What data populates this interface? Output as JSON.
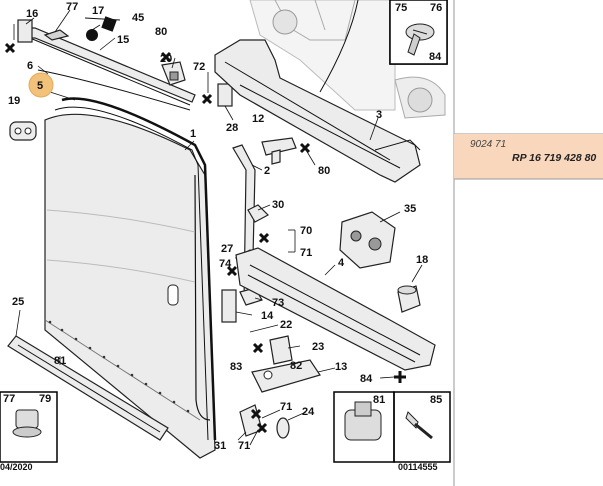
{
  "diagram": {
    "code_bottom_left": "04/2020",
    "code_bottom_right": "00114555"
  },
  "info_panel": {
    "reference_code": "9024 71",
    "part_reference": "RP 16 719 428 80",
    "highlight_color": "#f9d7bd"
  },
  "callouts": {
    "c1": "1",
    "c2": "2",
    "c3": "3",
    "c4": "4",
    "c5": "5",
    "c6": "6",
    "c12": "12",
    "c13": "13",
    "c14": "14",
    "c15": "15",
    "c16": "16",
    "c17": "17",
    "c18": "18",
    "c19": "19",
    "c20": "20",
    "c22": "22",
    "c23": "23",
    "c24": "24",
    "c25": "25",
    "c27": "27",
    "c28": "28",
    "c30": "30",
    "c31": "31",
    "c35": "35",
    "c45": "45",
    "c70": "70",
    "c71a": "71",
    "c71b": "71",
    "c71c": "71",
    "c72": "72",
    "c73": "73",
    "c74": "74",
    "c75": "75",
    "c76": "76",
    "c77a": "77",
    "c77b": "77",
    "c79": "79",
    "c80a": "80",
    "c80b": "80",
    "c81a": "81",
    "c81b": "81",
    "c82": "82",
    "c83": "83",
    "c84a": "84",
    "c84b": "84",
    "c85": "85"
  },
  "highlight": {
    "part": "5",
    "color": "#f3c27a"
  }
}
